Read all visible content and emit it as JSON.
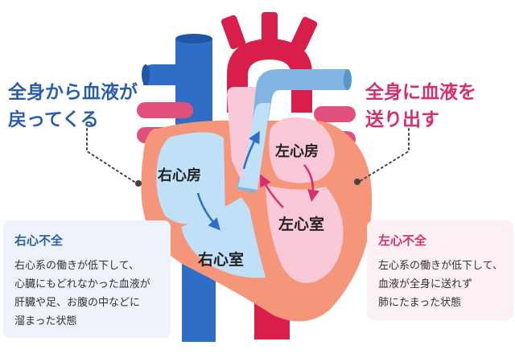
{
  "colors": {
    "blue_vessel": "#2f6ec6",
    "red_vessel": "#d81e4a",
    "pink_vessel": "#e0507a",
    "pulm_vein": "#7fb5e0",
    "muscle": "#f5957a",
    "right_chamber": "#bfe0f7",
    "left_chamber": "#f9c9d7",
    "text_blue": "#2d5fa8",
    "text_magenta": "#d62f6f",
    "card_blue_bg": "#eef3fb",
    "card_pink_bg": "#fcefF3"
  },
  "labels": {
    "right_atrium": "右心房",
    "right_ventricle": "右心室",
    "left_atrium": "左心房",
    "left_ventricle": "左心室"
  },
  "callouts": {
    "left": {
      "line1": "全身から血液が",
      "line2": "戻ってくる"
    },
    "right": {
      "line1": "全身に血液を",
      "line2": "送り出す"
    }
  },
  "cards": {
    "right_failure": {
      "title": "右心不全",
      "lines": [
        "右心系の働きが低下して、",
        "心臓にもどれなかった血液が",
        "肝臓や足、お腹の中などに",
        "溜まった状態"
      ]
    },
    "left_failure": {
      "title": "左心不全",
      "lines": [
        "左心系の働きが低下して、",
        "血液が全身に送れず",
        "肺にたまった状態"
      ]
    }
  }
}
